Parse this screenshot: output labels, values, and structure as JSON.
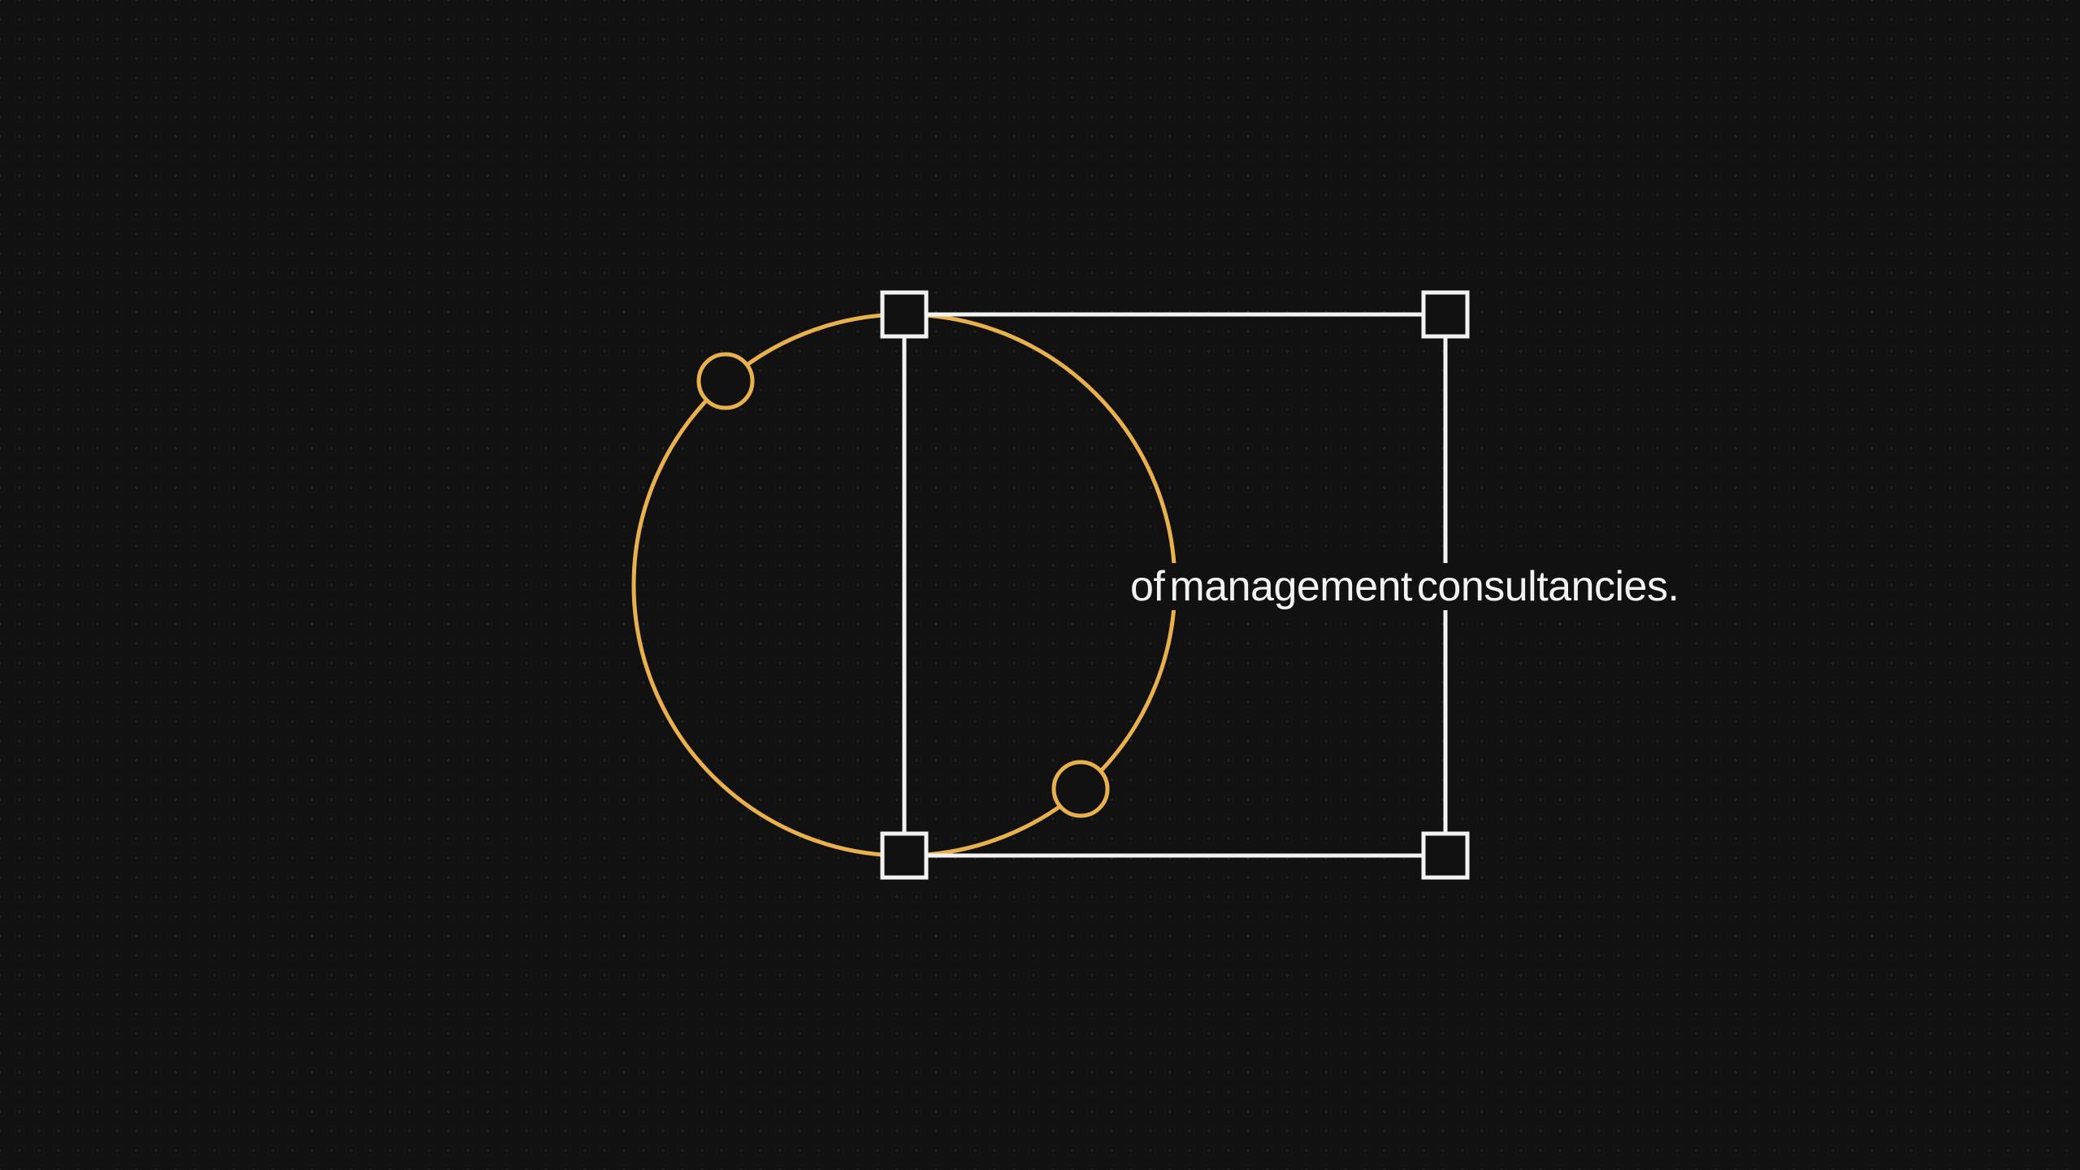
{
  "headline": {
    "parts": [
      "of",
      "management",
      "consultancies."
    ]
  },
  "colors": {
    "background": "#111111",
    "dot_grid": "#2a2a2a",
    "accent": "#e8b14d",
    "line": "#f2f2f2",
    "text": "#f2f2f2"
  },
  "shapes": {
    "circle": "large-circle-outline",
    "rectangle": "rectangle-outline",
    "corner_handles": 4,
    "circle_handles": 2
  }
}
